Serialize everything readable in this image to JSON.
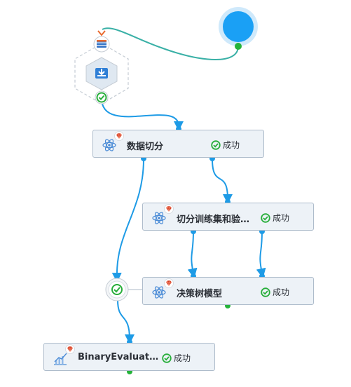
{
  "nodes": {
    "split": {
      "title": "数据切分",
      "status": "成功"
    },
    "train_split": {
      "title": "切分训练集和验…",
      "status": "成功"
    },
    "tree": {
      "title": "决策树模型",
      "status": "成功"
    },
    "eval": {
      "title": "BinaryEvaluato…",
      "status": "成功"
    }
  },
  "colors": {
    "edge": "#1e9be6",
    "start_edge": "#39b0a6",
    "port": "#1e9be6",
    "out_port": "#25b33a",
    "success": "#27ae3a",
    "start_node": "#1aa0f5"
  }
}
